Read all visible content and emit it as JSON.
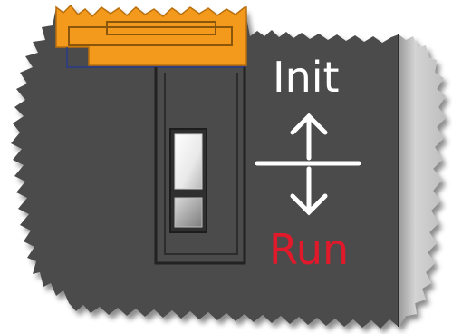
{
  "switch": {
    "init_label": "Init",
    "run_label": "Run",
    "position": "run"
  },
  "colors": {
    "background": "#ffffff",
    "panel": "#4b4b4b",
    "panel_shade": "#5e5e5e",
    "side_shade": "#c7c7c7",
    "connector": "#f39a1c",
    "connector_dark": "#b96f0d",
    "init_text": "#ffffff",
    "run_text": "#e0192b",
    "switch_knob": "#f4f4f4",
    "arrow": "#ffffff"
  }
}
